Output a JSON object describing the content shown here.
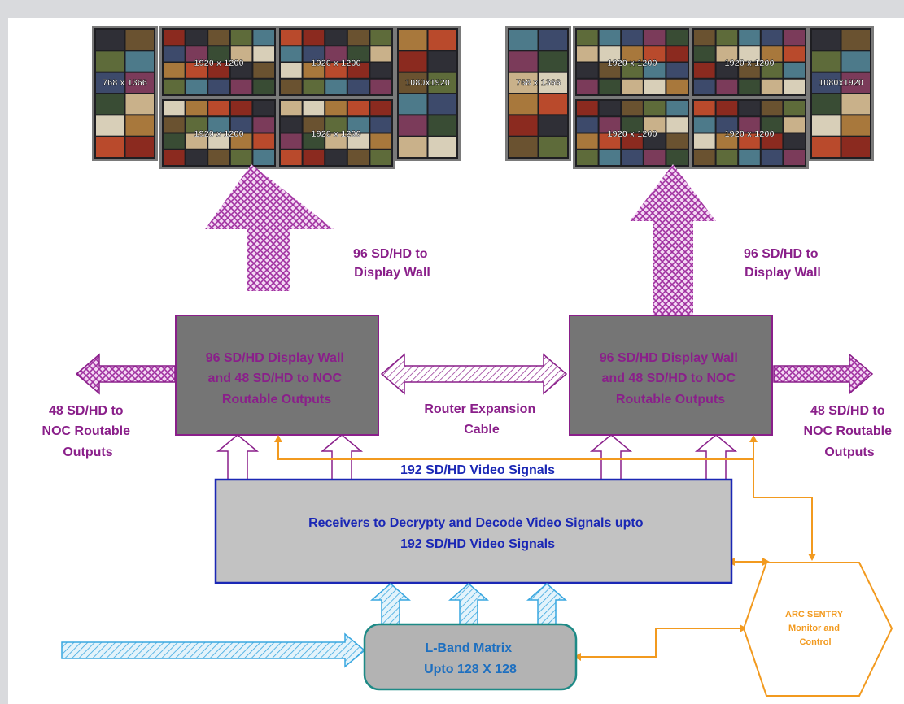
{
  "colors": {
    "purple": "#8a1f8a",
    "blue": "#1a27b5",
    "orange": "#f29a1f",
    "teal": "#1d8a86",
    "dark_gray_box": "#757575",
    "light_gray_box": "#c2c2c2",
    "cyan_arrow": "#39a7e0"
  },
  "walls": [
    {
      "screens": [
        {
          "label": "768 x 1366"
        },
        {
          "label": "1920 x 1200"
        },
        {
          "label": "1920 x 1200"
        },
        {
          "label": "1080x1920"
        },
        {
          "label": "1920 x 1200"
        },
        {
          "label": "1920 x 1200"
        }
      ]
    },
    {
      "screens": [
        {
          "label": "768 x 1366"
        },
        {
          "label": "1920 x 1200"
        },
        {
          "label": "1920 x 1200"
        },
        {
          "label": "1080x1920"
        },
        {
          "label": "1920 x 1200"
        },
        {
          "label": "1920 x 1200"
        }
      ]
    }
  ],
  "labels": {
    "to_wall_left": [
      "96 SD/HD to",
      "Display Wall"
    ],
    "to_wall_right": [
      "96 SD/HD to",
      "Display Wall"
    ],
    "router_left": [
      "96 SD/HD Display Wall",
      "and 48 SD/HD to NOC",
      "Routable Outputs"
    ],
    "router_right": [
      "96 SD/HD Display Wall",
      "and 48 SD/HD to NOC",
      "Routable Outputs"
    ],
    "noc_left": [
      "48 SD/HD to",
      "NOC Routable",
      "Outputs"
    ],
    "noc_right": [
      "48 SD/HD to",
      "NOC Routable",
      "Outputs"
    ],
    "expansion": [
      "Router Expansion",
      "Cable"
    ],
    "video_signals": "192 SD/HD Video Signals",
    "receivers": [
      "Receivers to Decrypty and Decode Video Signals upto",
      "192 SD/HD Video Signals"
    ],
    "lband": [
      "L-Band Matrix",
      "Upto 128 X 128"
    ],
    "arc": [
      "ARC SENTRY",
      "Monitor and",
      "Control"
    ]
  }
}
